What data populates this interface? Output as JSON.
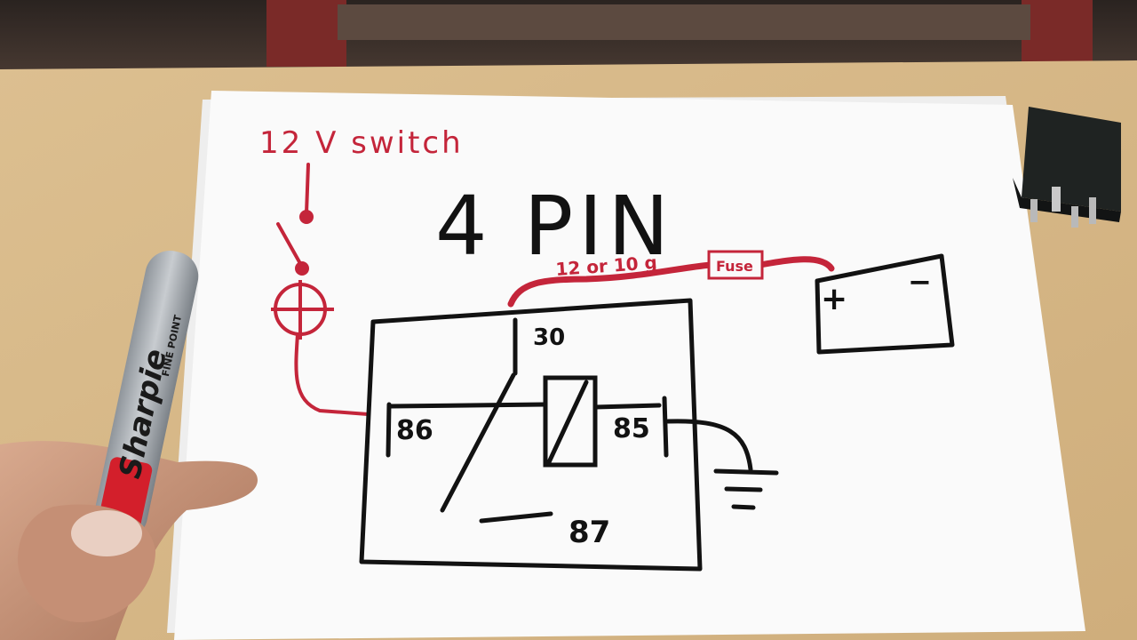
{
  "diagram": {
    "title": "4 PIN",
    "switch_label": "12 V switch",
    "wire_gauge_label": "12 or 10 g",
    "fuse_label": "Fuse",
    "battery_plus": "+",
    "battery_minus": "−",
    "pins": {
      "p30": "30",
      "p86": "86",
      "p85": "85",
      "p87": "87"
    }
  },
  "marker": {
    "brand": "Sharpie",
    "tip_label": "FINE POINT"
  },
  "colors": {
    "paper": "#fafafa",
    "table": "#d9b98a",
    "black_ink": "#121212",
    "red_ink": "#c4253a",
    "marker_cap": "#d31f2b",
    "relay_body": "#1f2322"
  }
}
